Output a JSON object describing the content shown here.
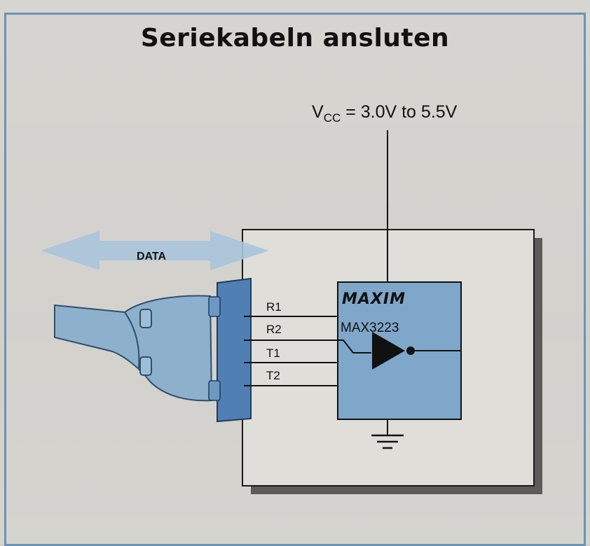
{
  "title": "Seriekabeln ansluten",
  "supply": {
    "v": "V",
    "sub": "CC",
    "range": " = 3.0V to 5.5V"
  },
  "data_arrow_label": "DATA",
  "chip": {
    "brand": "MAXIM",
    "part": "MAX3223"
  },
  "pins": [
    "R1",
    "R2",
    "T1",
    "T2"
  ],
  "colors": {
    "frame": "#6a93b6",
    "chip_fill": "#7fa7c9",
    "connector": "#4f7fb3",
    "cable": "#8db0cc",
    "arrow": "#a9c4da"
  }
}
